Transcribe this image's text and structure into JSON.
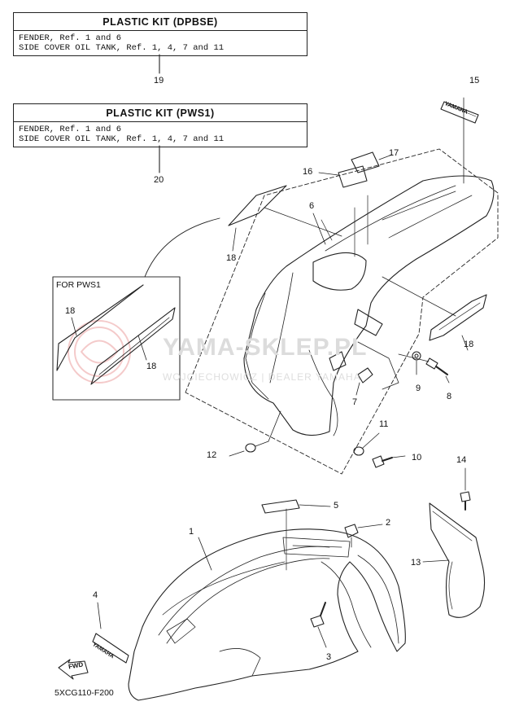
{
  "kits": [
    {
      "title": "PLASTIC KIT (DPBSE)",
      "lines": [
        "FENDER, Ref. 1 and 6",
        "SIDE COVER OIL TANK, Ref. 1, 4, 7 and 11"
      ],
      "ref": "19"
    },
    {
      "title": "PLASTIC KIT (PWS1)",
      "lines": [
        "FENDER, Ref. 1 and 6",
        "SIDE COVER OIL TANK, Ref. 1, 4, 7 and 11"
      ],
      "ref": "20"
    }
  ],
  "inset": {
    "title": "FOR PWS1",
    "labels": [
      "18",
      "18"
    ]
  },
  "callouts": {
    "c1": "1",
    "c2": "2",
    "c3": "3",
    "c4": "4",
    "c5": "5",
    "c6": "6",
    "c7": "7",
    "c8": "8",
    "c9": "9",
    "c10": "10",
    "c11": "11",
    "c12": "12",
    "c13": "13",
    "c14": "14",
    "c15": "15",
    "c16": "16",
    "c17": "17",
    "c18a": "18",
    "c18b": "18"
  },
  "decals": {
    "brand": "YAMAHA",
    "fwd": "FWD"
  },
  "diagram_code": "5XCG110-F200",
  "watermark": {
    "main": "YAMA-SKLEP.PL",
    "sub": "WOJCIECHOWICZ | DEALER YAMAHA"
  },
  "colors": {
    "line": "#222222",
    "watermark": "#e8a0a0"
  }
}
